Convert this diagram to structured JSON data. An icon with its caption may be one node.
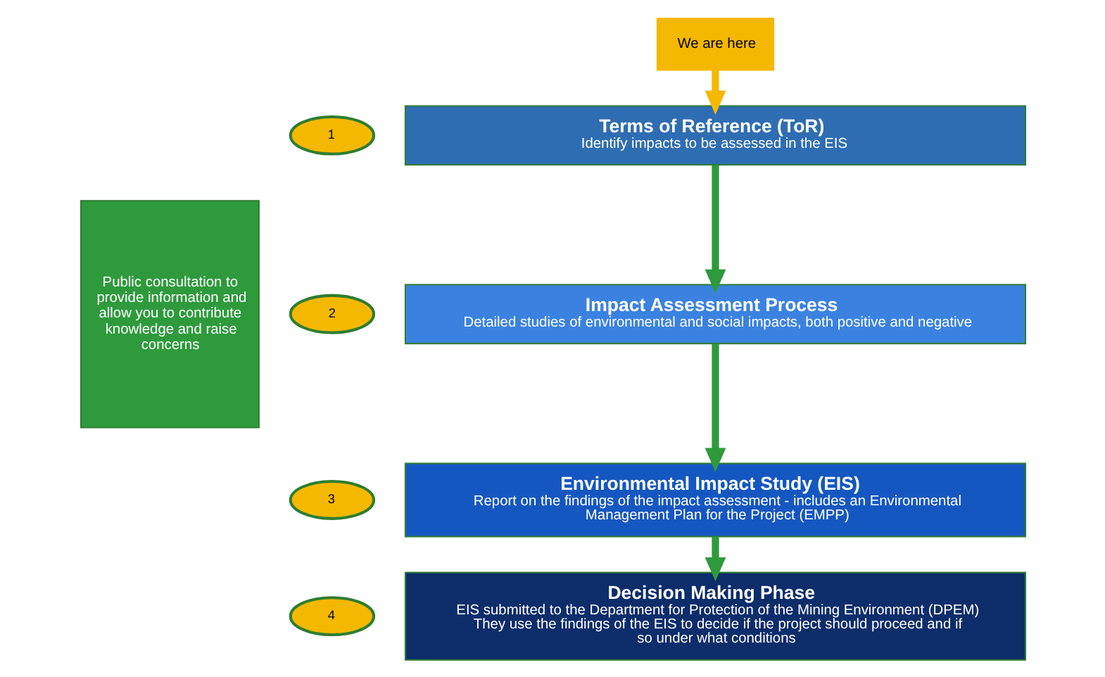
{
  "diagram": {
    "nodes": [
      {
        "text": [
          "Public consultation to provide information and allow you to contribute knowledge and raise concerns"
        ]
      },
      {
        "text": [
          "1"
        ]
      },
      {
        "text": [
          "Terms of Reference (ToR)",
          "Identify impacts to be assessed in the EIS"
        ]
      },
      {
        "text": [
          "2"
        ]
      },
      {
        "text": [
          "Impact Assessment Process",
          "Detailed studies of environmental and social impacts, both positive and negative"
        ]
      },
      {
        "text": [
          "3"
        ]
      },
      {
        "text": [
          "Environmental Impact Study (EIS)",
          "Report on the findings of the impact assessment - includes an Environmental Management Plan for the Project (EMPP)"
        ]
      },
      {
        "text": [
          "4"
        ]
      },
      {
        "text": [
          "Decision Making Phase",
          "EIS submitted to the Department for Protection of the Mining Environment (DPEM) They use the findings of the EIS to decide if the project should proceed and if so under what conditions"
        ]
      },
      {
        "text": [
          "We are here"
        ]
      }
    ],
    "edges": [
      {
        "from": 9,
        "to": 2,
        "arrow": "to",
        "color": "#f5b800"
      },
      {
        "from": 2,
        "to": 4,
        "arrow": "to"
      },
      {
        "from": 4,
        "to": 6,
        "arrow": "to"
      },
      {
        "from": 6,
        "to": 8,
        "arrow": "to"
      }
    ]
  }
}
